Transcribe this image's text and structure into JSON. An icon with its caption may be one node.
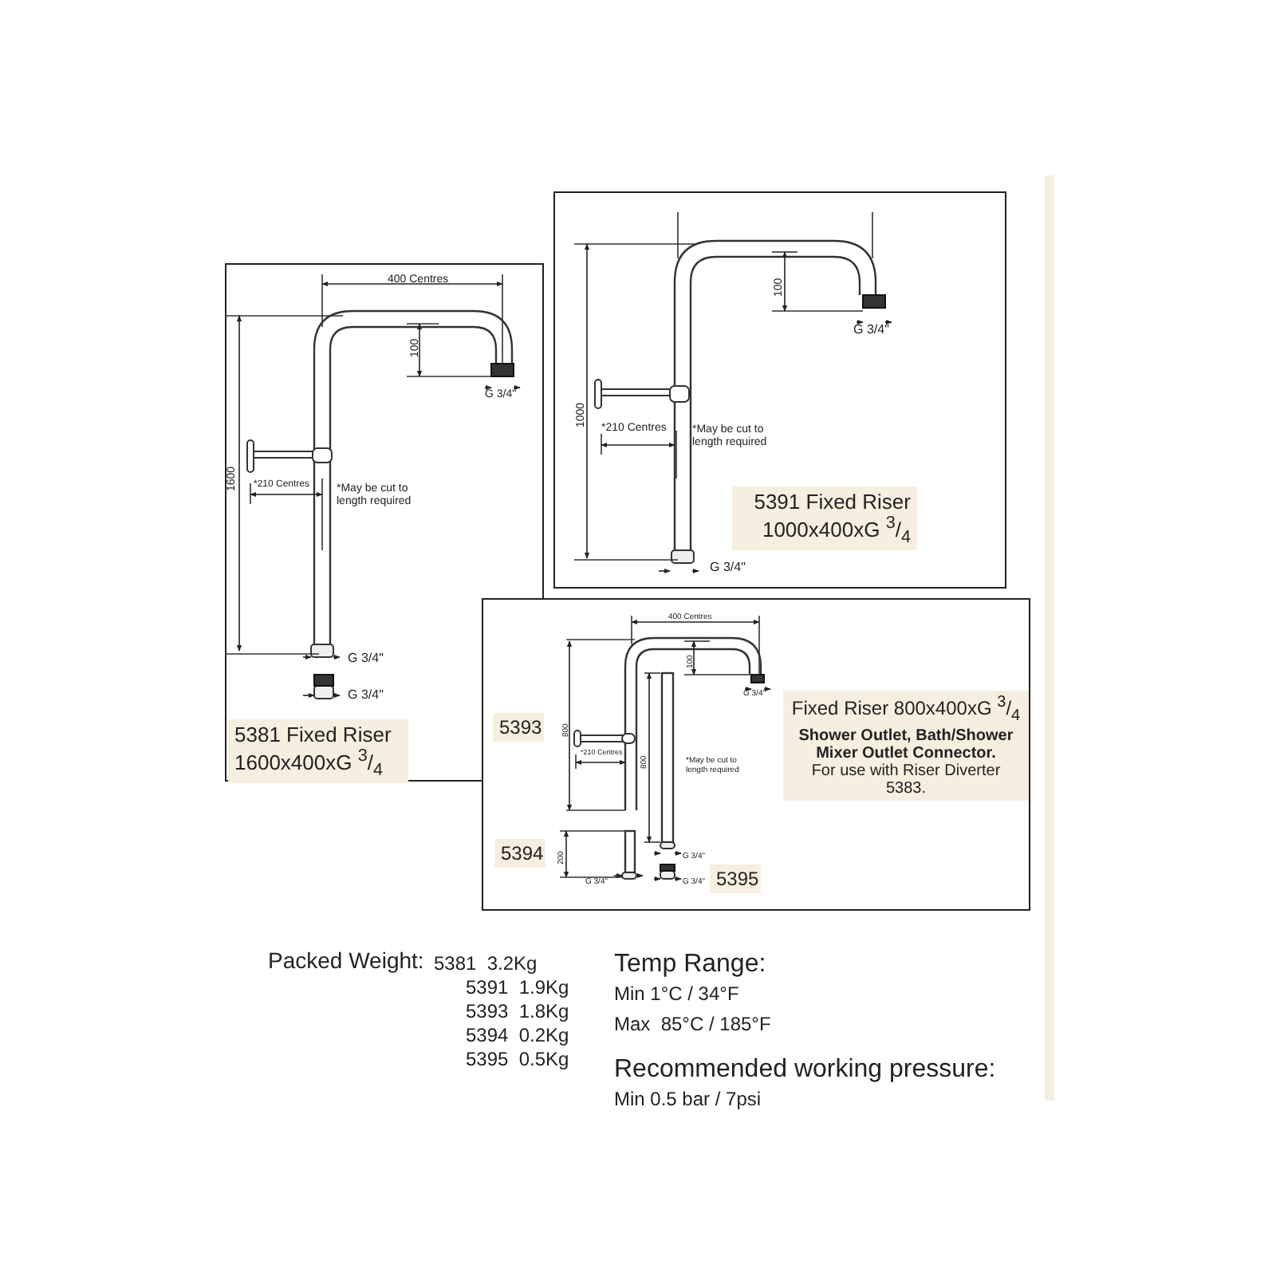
{
  "diagram": {
    "nodes": [
      {
        "text": [],
        "shape": "box"
      },
      {
        "text": [
          "5381 Fixed Riser 1600x400xG $^{3}$/$_{4}$"
        ],
        "in": 0
      },
      {
        "text": [],
        "shape": "box"
      },
      {
        "text": [
          "5391 Fixed Riser 1000x400xG $^{3}$/$_{4}$"
        ],
        "in": 2
      },
      {
        "text": [],
        "shape": "box"
      },
      {
        "text": [
          "5393"
        ]
      },
      {
        "text": [
          "5394"
        ],
        "in": 4
      },
      {
        "text": [
          "5395"
        ],
        "in": 4
      },
      {
        "text": [
          "Fixed Riser 800x400xG $^{3}$/$_{4}$",
          "Shower Outlet, Bath/Shower Mixer Outlet Connector.",
          "For use with Riser Diverter 5383."
        ],
        "in": 4
      }
    ],
    "edges": [],
    "labels": [
      "400 Centres",
      "100",
      "G 3/4\"",
      "1600",
      "*210 Centres",
      "*May be cut to length required",
      "G 3/4\"",
      "G 3/4\"",
      "100",
      "G 3/4\"",
      "1000",
      "*210 Centres",
      "*May be cut to length required",
      "G 3/4\"",
      "400 Centres",
      "100",
      "G 3/4\"",
      "800",
      "*210 Centres",
      "800",
      "*May be cut to length required",
      "200",
      "G 3/4\"",
      "G 3/4\"",
      "G 3/4\"",
      "Packed Weight:",
      "5381  3.2Kg",
      "5391  1.9Kg",
      "5393  1.8Kg",
      "5394  0.2Kg",
      "5395  0.5Kg",
      "Temp Range:",
      "Min 1°C / 34°F",
      "Max  85°C / 185°F",
      "Recommended working pressure:",
      "Min 0.5 bar / 7psi"
    ]
  }
}
